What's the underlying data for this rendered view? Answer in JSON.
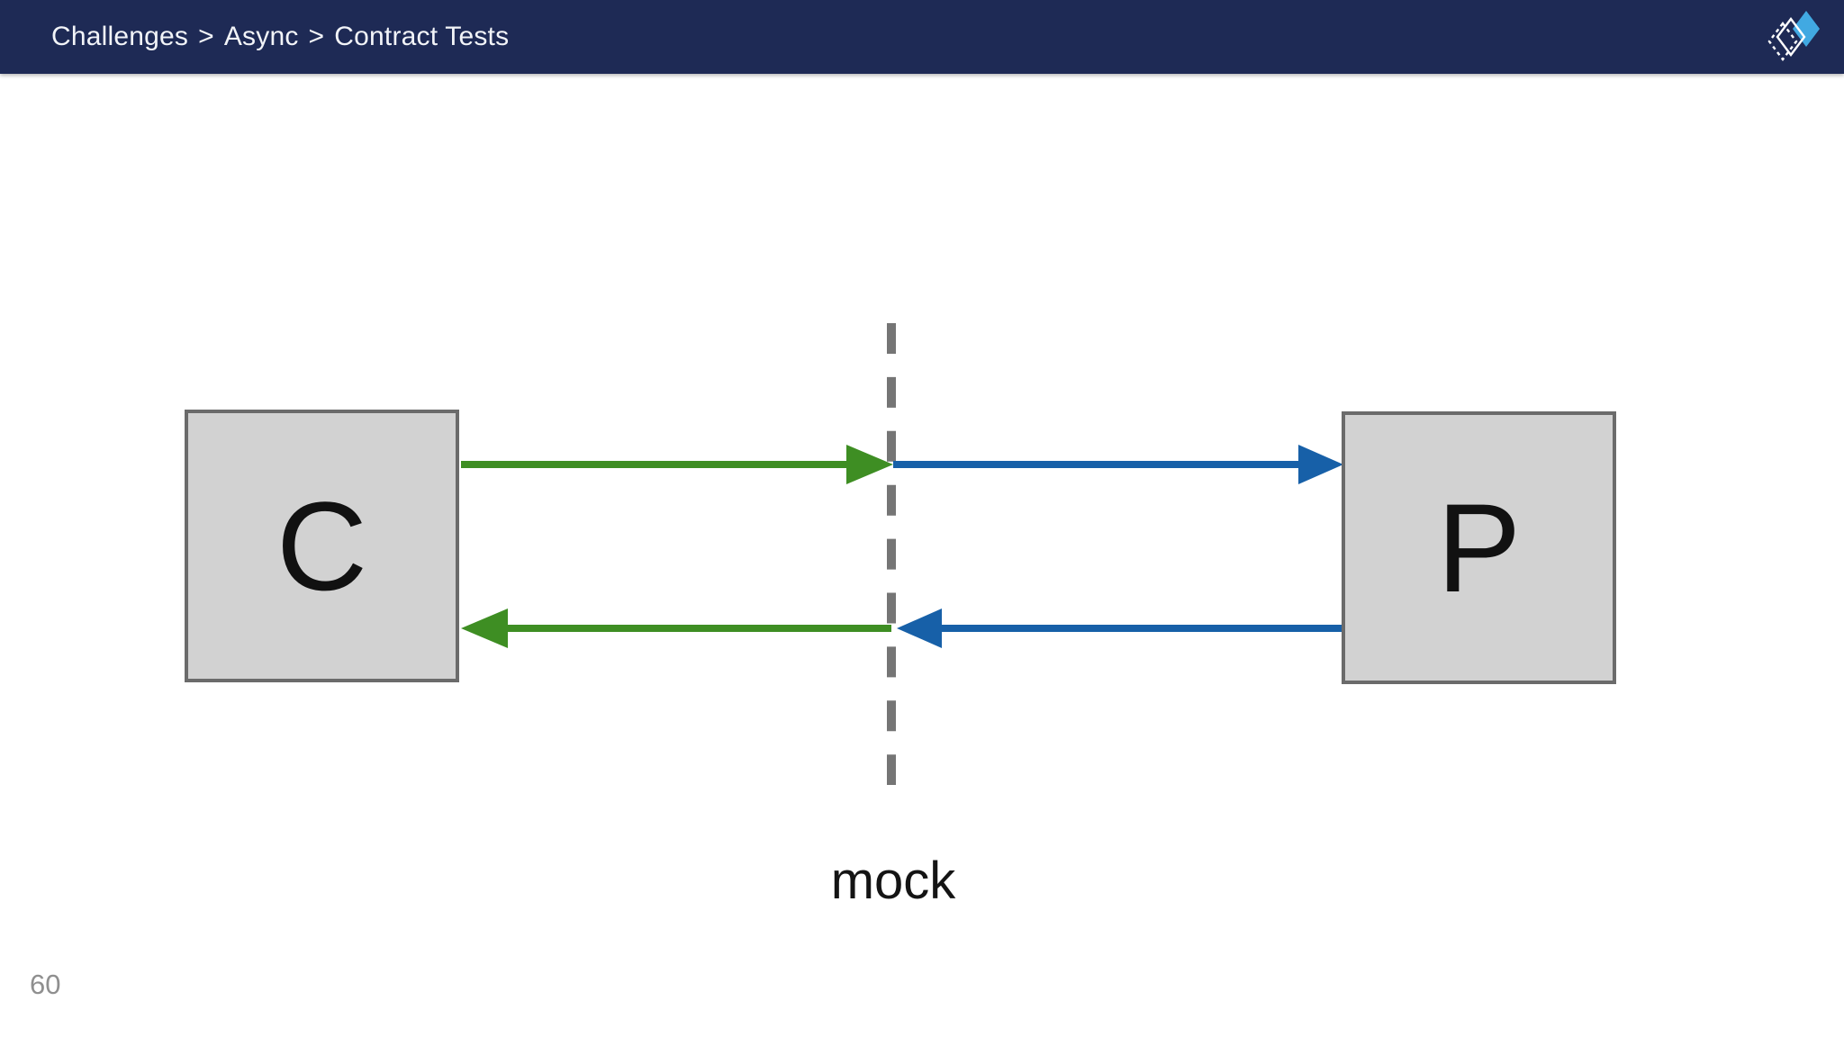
{
  "header": {
    "breadcrumb": {
      "items": [
        "Challenges",
        "Async",
        "Contract Tests"
      ],
      "separator": ">"
    },
    "logo_icon": "layered-diamonds-logo"
  },
  "diagram": {
    "consumer_label": "C",
    "provider_label": "P",
    "mock_label": "mock",
    "arrows": [
      {
        "name": "consumer-request",
        "color": "green",
        "direction": "right",
        "from": "C",
        "to": "mock"
      },
      {
        "name": "provider-request",
        "color": "blue",
        "direction": "right",
        "from": "mock",
        "to": "P"
      },
      {
        "name": "provider-response",
        "color": "blue",
        "direction": "left",
        "from": "P",
        "to": "mock"
      },
      {
        "name": "consumer-response",
        "color": "green",
        "direction": "left",
        "from": "mock",
        "to": "C"
      }
    ]
  },
  "page_number": "60",
  "colors": {
    "header_bg": "#1e2a55",
    "header_text": "#f2f4f8",
    "arrow_green": "#3e8e23",
    "arrow_blue": "#1760a8",
    "box_fill": "#d2d2d2",
    "box_border": "#6b6b6b",
    "dash_gray": "#757575",
    "logo_blue": "#41a9e2",
    "page_number_gray": "#8f8f8f",
    "label_black": "#111111"
  }
}
